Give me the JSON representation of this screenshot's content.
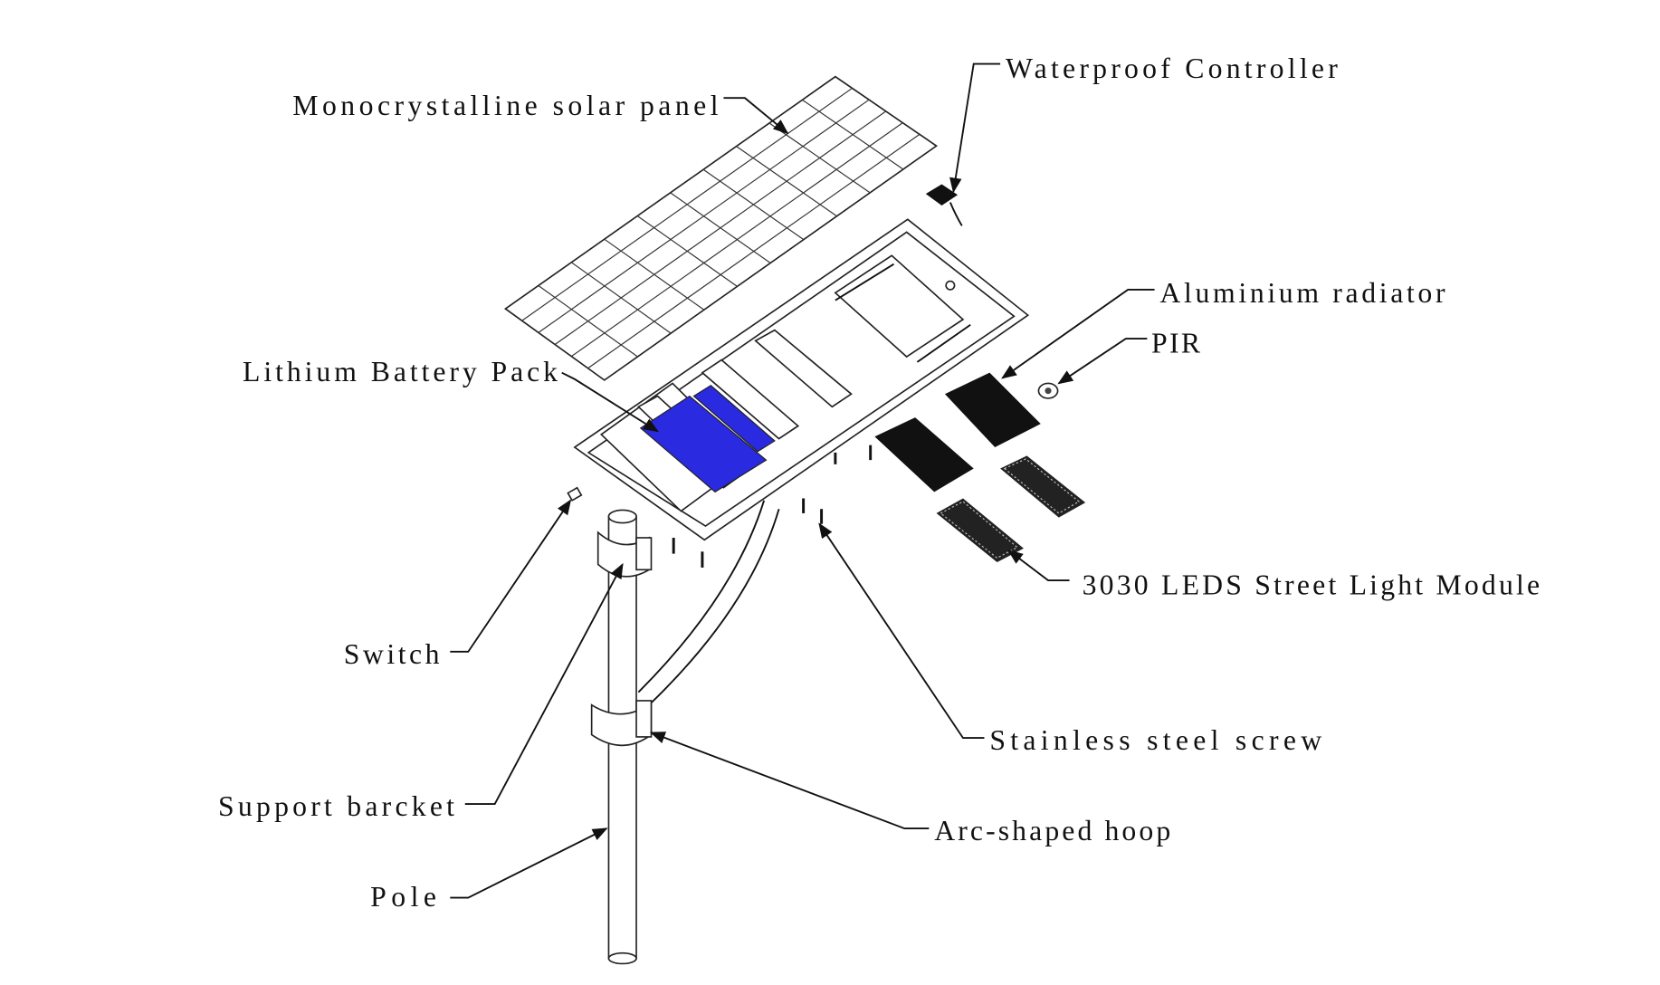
{
  "labels": {
    "solar_panel": "Monocrystalline solar panel",
    "controller": "Waterproof Controller",
    "radiator": "Aluminium radiator",
    "pir": "PIR",
    "battery": "Lithium Battery Pack",
    "led_module": "3030 LEDS Street Light Module",
    "switch": "Switch",
    "screw": "Stainless steel screw",
    "bracket": "Support barcket",
    "hoop": "Arc-shaped hoop",
    "pole": "Pole"
  },
  "colors": {
    "battery": "#2a2ae0",
    "line": "#111111",
    "background": "#ffffff"
  }
}
